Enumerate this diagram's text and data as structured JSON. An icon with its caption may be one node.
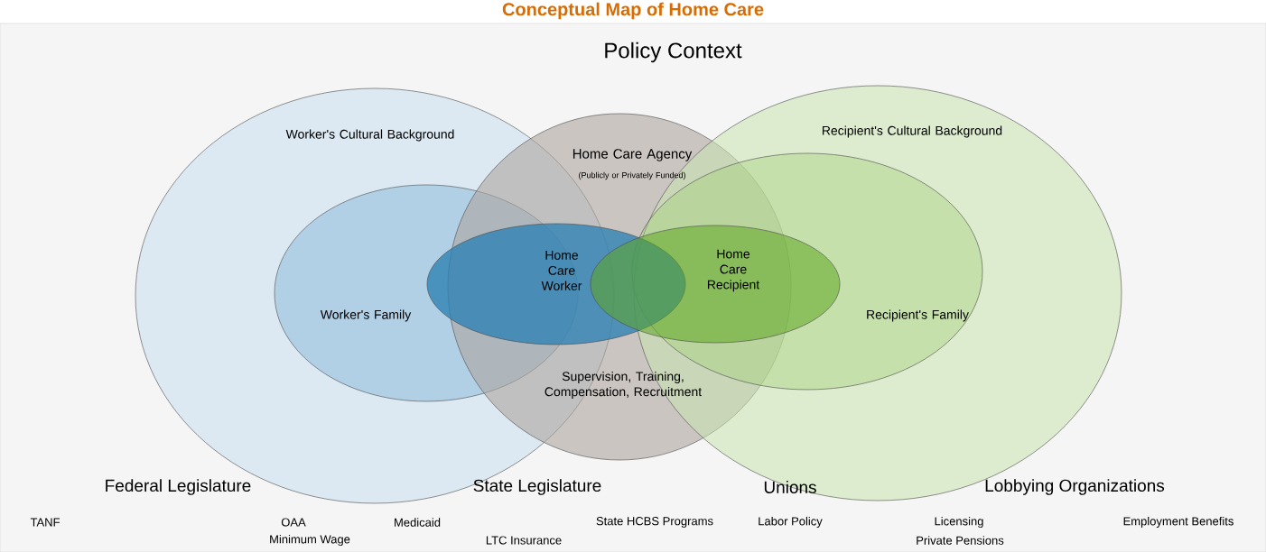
{
  "diagram": {
    "title": "Conceptual Map of Home Care",
    "nodes": [
      {
        "text": [
          "Worker's Cultural Background"
        ]
      },
      {
        "text": [
          "Worker's Family"
        ],
        "in": 0
      },
      {
        "text": [
          "Home Care Agency",
          "(Publicly or Privately Funded)",
          "Supervision, Training, Compensation, Recruitment"
        ]
      },
      {
        "text": [
          "Recipient's Cultural Background"
        ]
      },
      {
        "text": [
          "Recipient's Family"
        ],
        "in": 3
      },
      {
        "text": [
          "Home Care Worker"
        ]
      },
      {
        "text": [
          "Home Care Recipient"
        ]
      }
    ],
    "labels": [
      "Policy Context",
      "Federal Legislature",
      "State Legislature",
      "Unions",
      "Lobbying Organizations",
      "TANF",
      "OAA",
      "Medicaid",
      "State HCBS Programs",
      "Labor Policy",
      "Licensing",
      "Employment Benefits",
      "Minimum Wage",
      "LTC Insurance",
      "Private Pensions"
    ]
  }
}
